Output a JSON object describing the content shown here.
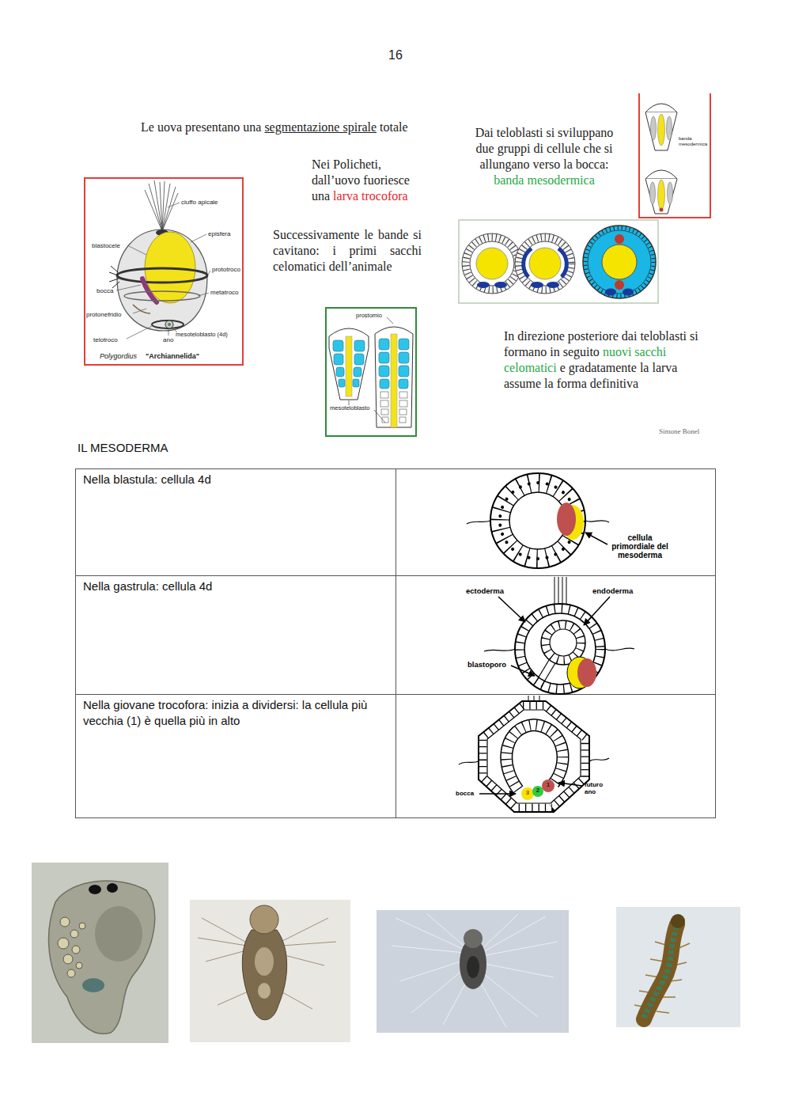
{
  "diagram": {
    "title": "IL MESODERMA",
    "nodes": [
      {
        "text": [
          "ciuffo apicale",
          "episfera",
          "blastocele",
          "prototroco",
          "bocca",
          "metatroco",
          "protonefridio",
          "mesoteloblasto (4d)",
          "telotroco",
          "ano",
          "Polygordius",
          "\"Archiannelida\""
        ]
      },
      {
        "text": [
          "banda mesodermica"
        ]
      },
      {
        "text": [
          "prostomio",
          "mesoteloblasto"
        ]
      }
    ],
    "labels": [
      "16",
      "Le uova presentano una",
      "segmentazione spirale",
      "totale",
      "Nei Policheti, dall’uovo fuoriesce una",
      "larva trocofora",
      "Successivamente le bande si cavitano: i primi sacchi celomatici dell’animale",
      "Dai teloblasti si sviluppano due gruppi di cellule che si allungano verso la bocca:",
      "banda mesodermica",
      "In direzione posteriore dai teloblasti si formano in seguito",
      "nuovi sacchi celomatici",
      "e gradatamente la larva assume la forma definitiva",
      "Simone Bonel",
      "Nella blastula: cellula 4d",
      "Nella gastrula: cellula 4d",
      "Nella giovane trocofora: inizia a dividersi: la cellula più vecchia (1) è quella più in alto",
      "cellula primordiale del mesoderma",
      "ectoderma",
      "endoderma",
      "blastoporo",
      "bocca",
      "futuro ano",
      "1",
      "2",
      "3"
    ]
  }
}
